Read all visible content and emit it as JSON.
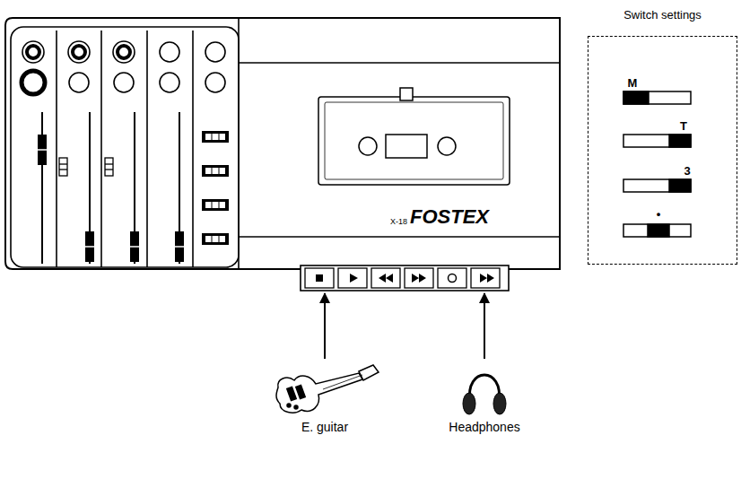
{
  "diagram": {
    "nodes": [
      {
        "text": [
          "X-18",
          "FOSTEX"
        ]
      },
      {
        "text": [
          "Switch settings"
        ]
      },
      {
        "text": [
          "E. guitar"
        ]
      },
      {
        "text": [
          "Headphones"
        ]
      }
    ],
    "edges": [
      {
        "from": 2,
        "to": 0,
        "arrow": "to"
      },
      {
        "from": 3,
        "to": 0,
        "arrow": "to"
      }
    ],
    "labels": [
      "M",
      "T",
      "3",
      "•"
    ]
  }
}
